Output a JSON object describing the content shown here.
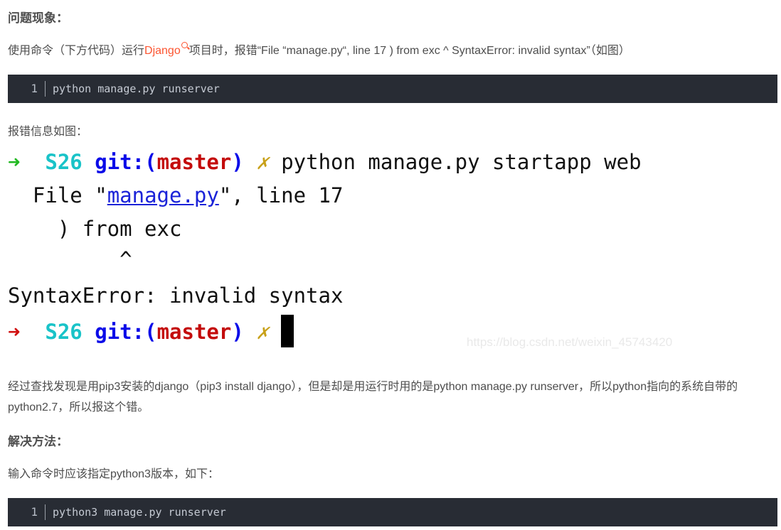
{
  "section1": {
    "heading": "问题现象：",
    "intro_before": "使用命令（下方代码）运行",
    "intro_link": "Django",
    "intro_after": "项目时，报错“File “manage.py“, line 17 ) from exc ^ SyntaxError: invalid syntax”（如图）",
    "link_icon": "search-icon",
    "code": {
      "line_number": "1",
      "text": "python manage.py runserver"
    },
    "error_label": "报错信息如图："
  },
  "terminal": {
    "line1": {
      "arrow": "➜",
      "dir": "S26",
      "git_prefix": "git:(",
      "branch": "master",
      "git_suffix": ")",
      "dirty": "✗",
      "command": "python manage.py startapp web"
    },
    "line2": {
      "before": "  File \"",
      "link": "manage.py",
      "after": "\", line 17"
    },
    "line3": "    ) from exc",
    "line4": "         ^",
    "line5": "SyntaxError: invalid syntax",
    "line6": {
      "arrow": "➜",
      "dir": "S26",
      "git_prefix": "git:(",
      "branch": "master",
      "git_suffix": ")",
      "dirty": "✗"
    },
    "watermark": "https://blog.csdn.net/weixin_45743420"
  },
  "section2": {
    "explanation": "经过查找发现是用pip3安装的django（pip3 install django），但是却是用运行时用的是python manage.py runserver，所以python指向的系统自带的python2.7，所以报这个错。",
    "heading": "解决方法：",
    "instruction": "输入命令时应该指定python3版本，如下：",
    "code": {
      "line_number": "1",
      "text": "python3 manage.py runserver"
    }
  },
  "colors": {
    "link": "#fc5531",
    "code_bg": "#282c34",
    "term_cyan": "#19c3c8",
    "term_blue": "#0b0be8",
    "term_red": "#c40c0c",
    "term_green": "#22b922",
    "term_yellow": "#c8a11a"
  }
}
